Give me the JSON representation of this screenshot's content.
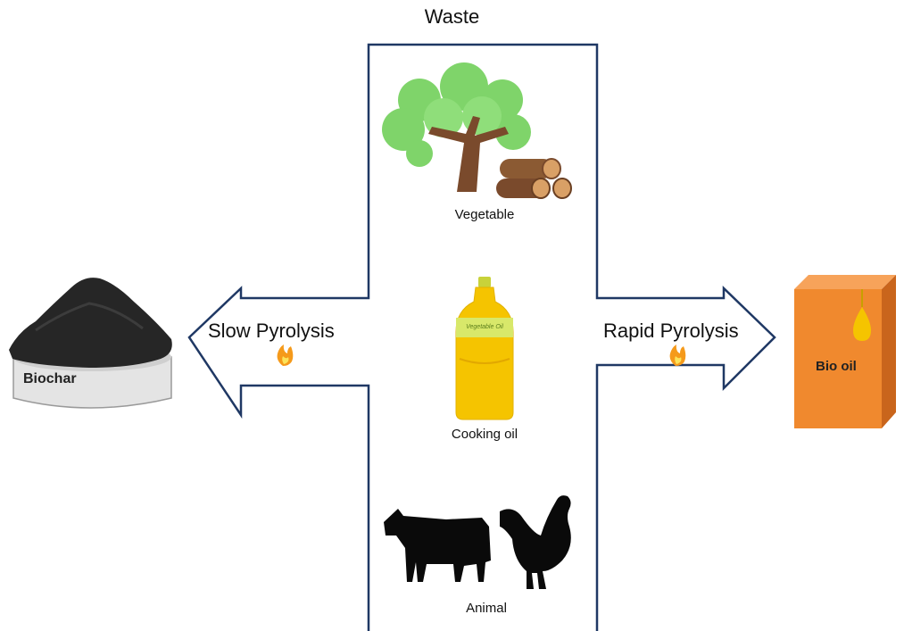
{
  "title": "Waste",
  "process": {
    "slow": "Slow Pyrolysis",
    "rapid": "Rapid Pyrolysis"
  },
  "sources": {
    "vegetable": "Vegetable",
    "cooking_oil": "Cooking oil",
    "animal": "Animal",
    "bottle_label": "Vegetable Oil"
  },
  "products": {
    "biochar": "Biochar",
    "bio_oil": "Bio oil"
  },
  "colors": {
    "outline": "#1f3864",
    "foliage": "#7fd46a",
    "trunk": "#7a4a2c",
    "box_front": "#f0892e",
    "oil": "#f5c400",
    "flame": "#f59a1b"
  },
  "icons": [
    "tree-icon",
    "logs-icon",
    "oil-bottle-icon",
    "cow-icon",
    "rooster-icon",
    "biochar-pile-icon",
    "bio-oil-box-icon",
    "flame-icon"
  ]
}
